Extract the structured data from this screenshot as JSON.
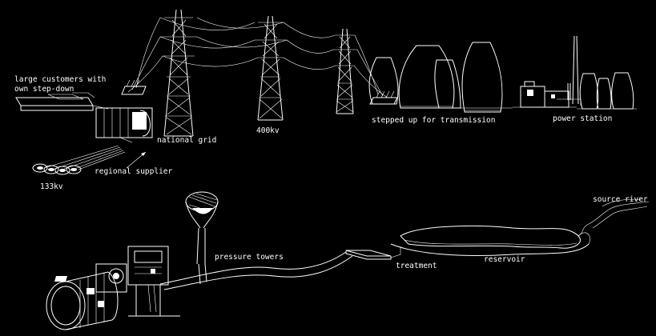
{
  "labels": {
    "large_customers_line1": "large customers with",
    "large_customers_line2": "own step-down",
    "national_grid": "national grid",
    "regional_supplier": "regional supplier",
    "kv133": "133kv",
    "kv400": "400kv",
    "stepped_up": "stepped up for transmission",
    "power_station": "power station",
    "source_river": "source river",
    "pressure_towers": "pressure towers",
    "treatment": "treatment",
    "reservoir": "reservoir"
  },
  "colors": {
    "background": "#000000",
    "line": "#ffffff"
  }
}
